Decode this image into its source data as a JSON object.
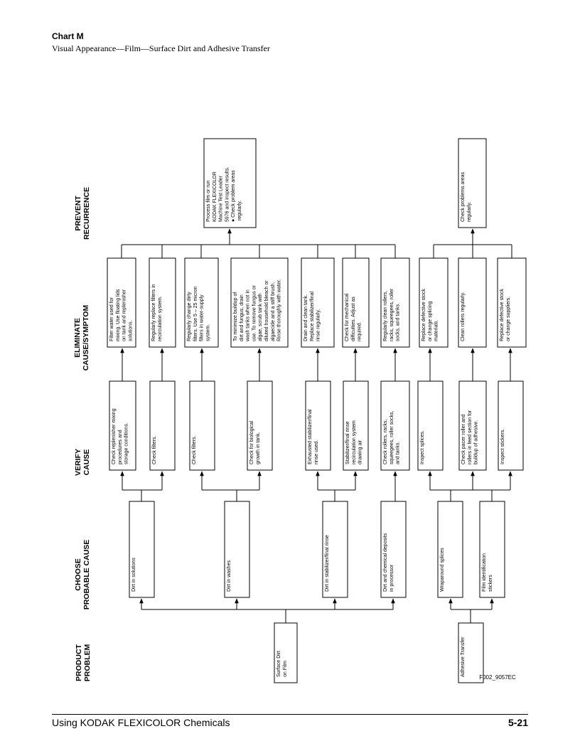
{
  "header": {
    "title": "Chart M",
    "subtitle": "Visual Appearance—Film—Surface Dirt and Adhesive Transfer"
  },
  "columns": {
    "product_problem": [
      "PRODUCT",
      "PROBLEM"
    ],
    "probable_cause": [
      "CHOOSE",
      "PROBABLE CAUSE"
    ],
    "verify_cause": [
      "VERIFY",
      "CAUSE"
    ],
    "eliminate_cause": [
      "ELIMINATE",
      "CAUSE/SYMPTOM"
    ],
    "prevent_recurrence": [
      "PREVENT",
      "RECURRENCE"
    ]
  },
  "boxes": {
    "problem_surface_dirt": [
      "Surface Dirt",
      "on Film"
    ],
    "problem_adhesive": [
      "Adhesive Transfer"
    ],
    "cause_solutions": [
      "Dirt in solutions"
    ],
    "cause_washes": [
      "Dirt in washes"
    ],
    "cause_stabilizer": [
      "Dirt in stabilizer/final rinse"
    ],
    "cause_chemical": [
      "Dirt and chemical deposits",
      "in processor"
    ],
    "cause_wraparound": [
      "Wraparound splices"
    ],
    "cause_stickers": [
      "Film identification",
      "stickers"
    ],
    "verify_mixing": [
      "Check replenisher mixing",
      "procedures and",
      "storage conditions."
    ],
    "verify_filters1": [
      "Check filters."
    ],
    "verify_filters2": [
      "Check filters."
    ],
    "verify_bio": [
      "Check for biological",
      "growth in tank."
    ],
    "verify_exhausted": [
      "Exhausted stabilizer/final",
      "rinse used."
    ],
    "verify_air": [
      "Stabilizer/final rinse",
      "recirculation system",
      "drawing air"
    ],
    "verify_rollers": [
      "Check rollers, racks,",
      "squeegees, roller socks,",
      "and tanks."
    ],
    "verify_splices": [
      "Inspect splices."
    ],
    "verify_pacer": [
      "Check pacer roller and",
      "rollers in feed section for",
      "buildup of adhesive."
    ],
    "verify_stickers": [
      "Inspect stickers."
    ],
    "elim_filter_water": [
      "Filter water used for",
      "mixing. Use floating lids",
      "on tank and replenisher",
      "solutions."
    ],
    "elim_replace_filters": [
      "Regularly replace filters in",
      "recirculation system."
    ],
    "elim_change_filters": [
      "Regularly change dirty",
      "filters. Use 5 – 25 micron",
      "filters in water-supply",
      "system."
    ],
    "elim_buildup": [
      "To minimize buildup of",
      "dirt and fungus, drain",
      "wash tanks when not in",
      "use. To remove fungus or",
      "algae, scrub tank with",
      "diluted household bleach or",
      "algaecide and a stiff brush.",
      "Rinse thoroughly with water."
    ],
    "elim_drain": [
      "Drain and clean tank.",
      "Replace stabilizer/final",
      "rinse regularly."
    ],
    "elim_mechanical": [
      "Check for mechanical",
      "difficulties. Adjust as",
      "required."
    ],
    "elim_clean_rollers": [
      "Regularly clean rollers,",
      "racks, squeegees, roller",
      "socks, and tanks."
    ],
    "elim_replace_stock": [
      "Replace defective stock",
      "or change splicing",
      "materials."
    ],
    "elim_clean_reg": [
      "Clean rollers regularly."
    ],
    "elim_change_suppliers": [
      "Replace defective stock",
      "or change suppliers."
    ],
    "prevent_process": [
      "Process film or run",
      "KODAK FLEXICOLOR",
      "Machine Test Leader",
      "5976 and inspect results.",
      "●  Check problem areas",
      "    regularly."
    ],
    "prevent_check": [
      "Check problems areas",
      "regularly."
    ]
  },
  "figure_id": "F002_9057EC",
  "footer": {
    "left": "Using KODAK FLEXICOLOR Chemicals",
    "right": "5-21"
  }
}
